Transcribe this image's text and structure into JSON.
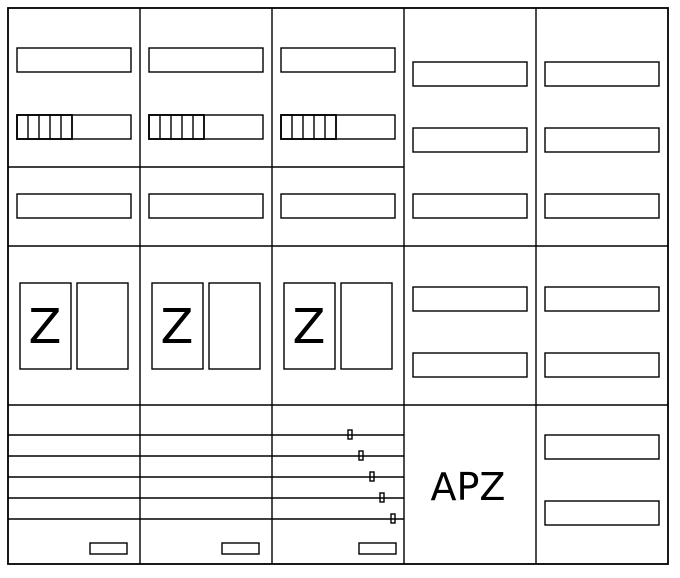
{
  "diagram": {
    "columns": 5,
    "meter_symbol_label": "Z",
    "apz_label": "APZ",
    "meter_fields": [
      {
        "symbol": "Z"
      },
      {
        "symbol": "Z"
      },
      {
        "symbol": "Z"
      }
    ],
    "ground_terminal_rails": 5,
    "colors": {
      "line": "#000000",
      "background": "#ffffff"
    }
  }
}
